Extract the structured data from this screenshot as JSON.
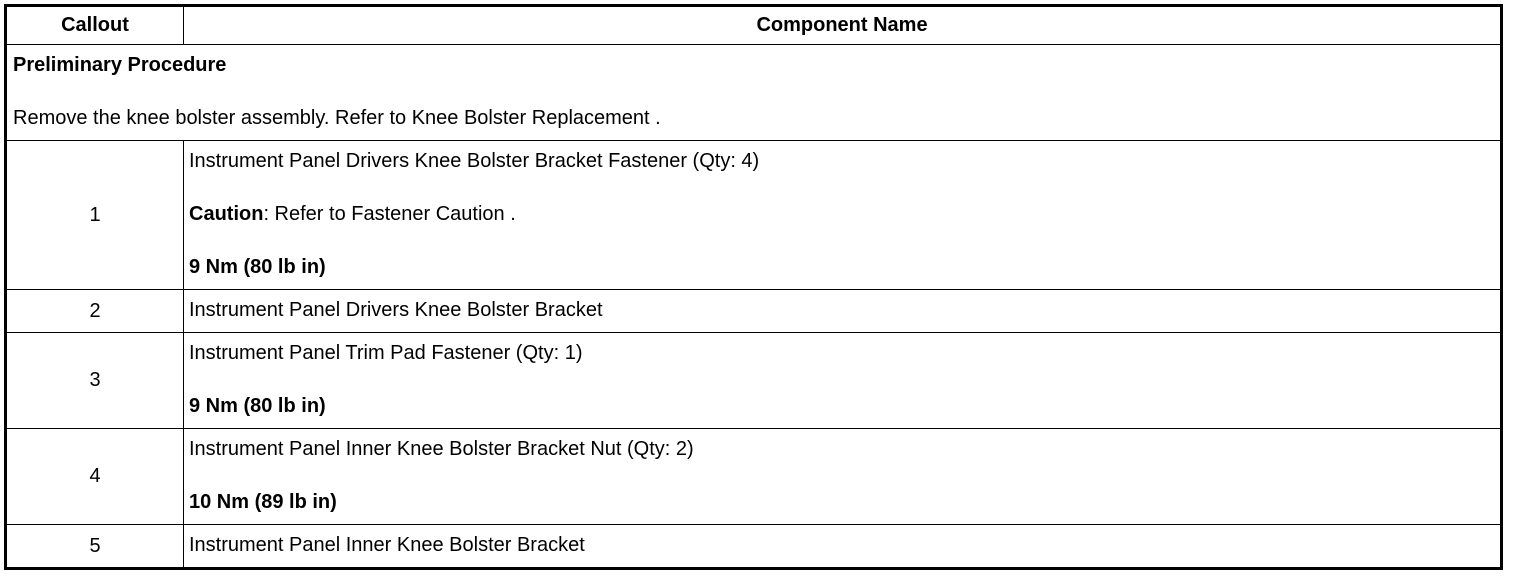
{
  "table": {
    "headers": {
      "callout": "Callout",
      "component": "Component Name"
    },
    "preliminary": {
      "title": "Preliminary Procedure",
      "text": "Remove the knee bolster assembly. Refer to Knee Bolster Replacement ."
    },
    "rows": [
      {
        "callout": "1",
        "lines": [
          {
            "text": "Instrument Panel Drivers Knee Bolster Bracket Fastener (Qty: 4)",
            "style": "normal"
          },
          {
            "label": "Caution",
            "text": ": Refer to Fastener Caution .",
            "style": "label-normal"
          },
          {
            "text": "9 Nm (80 lb in)",
            "style": "bold"
          }
        ]
      },
      {
        "callout": "2",
        "lines": [
          {
            "text": "Instrument Panel Drivers Knee Bolster Bracket",
            "style": "normal"
          }
        ]
      },
      {
        "callout": "3",
        "lines": [
          {
            "text": "Instrument Panel Trim Pad Fastener (Qty: 1)",
            "style": "normal"
          },
          {
            "text": "9 Nm (80 lb in)",
            "style": "bold"
          }
        ]
      },
      {
        "callout": "4",
        "lines": [
          {
            "text": "Instrument Panel Inner Knee Bolster Bracket Nut (Qty: 2)",
            "style": "normal"
          },
          {
            "text": "10 Nm (89 lb in)",
            "style": "bold"
          }
        ]
      },
      {
        "callout": "5",
        "lines": [
          {
            "text": "Instrument Panel Inner Knee Bolster Bracket",
            "style": "normal"
          }
        ]
      }
    ]
  }
}
